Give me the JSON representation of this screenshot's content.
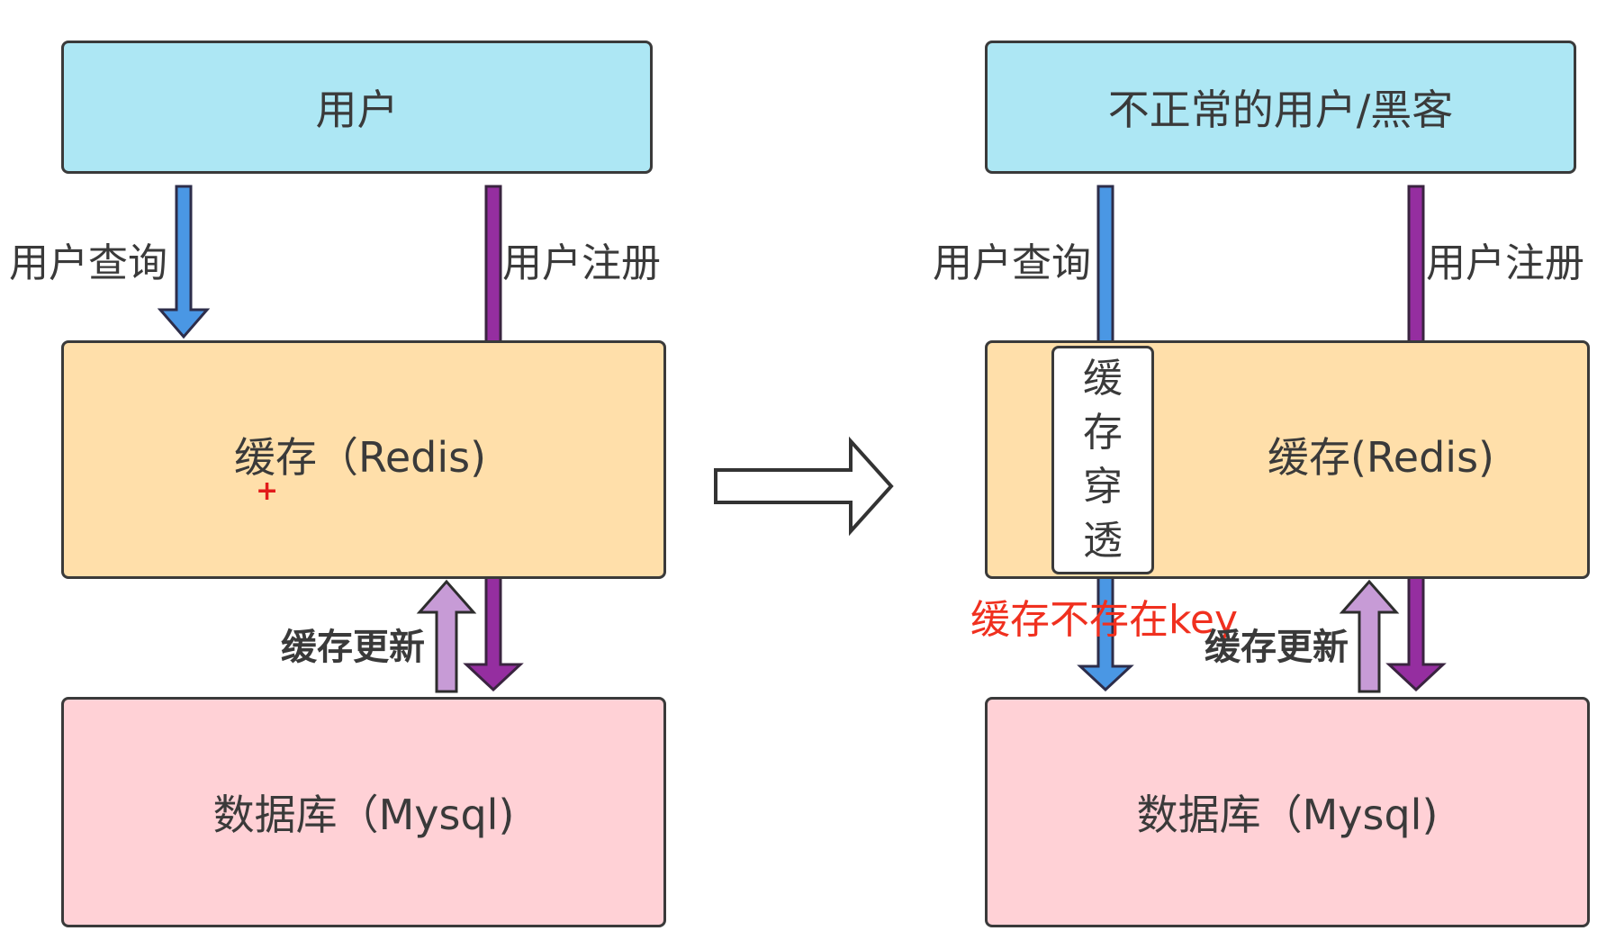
{
  "colors": {
    "user_box": "#ade7f4",
    "cache_box": "#ffdfaa",
    "db_box": "#ffd1d6",
    "blue_arrow": "#4a97e4",
    "purple_arrow": "#952ea0",
    "update_arrow": "#c79bd6",
    "red_text": "#f0301f"
  },
  "left": {
    "user": "用户",
    "query": "用户查询",
    "register": "用户注册",
    "cache": "缓存（Redis)",
    "update": "缓存更新",
    "db": "数据库（Mysql)"
  },
  "right": {
    "user": "不正常的用户/黑客",
    "query": "用户查询",
    "register": "用户注册",
    "cache": "缓存(Redis)",
    "penetration": [
      "缓",
      "存",
      "穿",
      "透"
    ],
    "missing_key": "缓存不存在key",
    "update": "缓存更新",
    "db": "数据库（Mysql)"
  },
  "cursor": "+"
}
